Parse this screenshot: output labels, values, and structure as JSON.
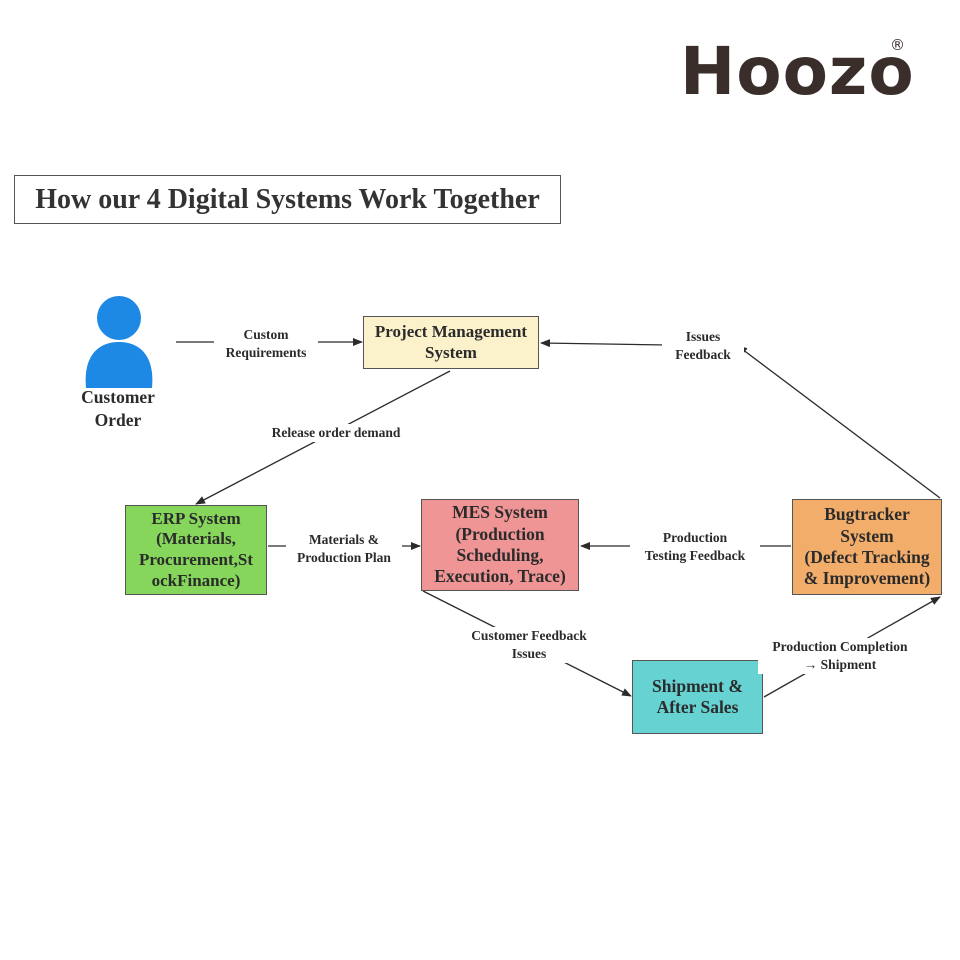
{
  "brand": {
    "logo_text": "Hoozo",
    "registered_mark": "®"
  },
  "title": "How our 4 Digital Systems Work Together",
  "customer": {
    "label": "Customer\nOrder",
    "icon": "person-icon",
    "color": "#1e88e5"
  },
  "nodes": {
    "project_management": {
      "label": "Project Management\nSystem",
      "color": "#fbf1cb"
    },
    "erp": {
      "label": "ERP System\n(Materials,\nProcurement,St\nockFinance)",
      "color": "#85d65a"
    },
    "mes": {
      "label": "MES System\n(Production\nScheduling,\nExecution, Trace)",
      "color": "#f09595"
    },
    "bugtracker": {
      "label": "Bugtracker\nSystem\n(Defect Tracking\n& Improvement)",
      "color": "#f3ad6a"
    },
    "shipment": {
      "label": "Shipment &\nAfter Sales",
      "color": "#66d2d2"
    }
  },
  "edges": {
    "custom_requirements": "Custom\nRequirements",
    "release_order_demand": "Release order demand",
    "materials_production_plan": "Materials &\nProduction Plan",
    "production_testing_feedback": "Production\nTesting Feedback",
    "issues_feedback": "Issues\nFeedback",
    "customer_feedback_issues": "Customer Feedback\nIssues",
    "production_completion_shipment": "Production Completion\n→ Shipment"
  }
}
